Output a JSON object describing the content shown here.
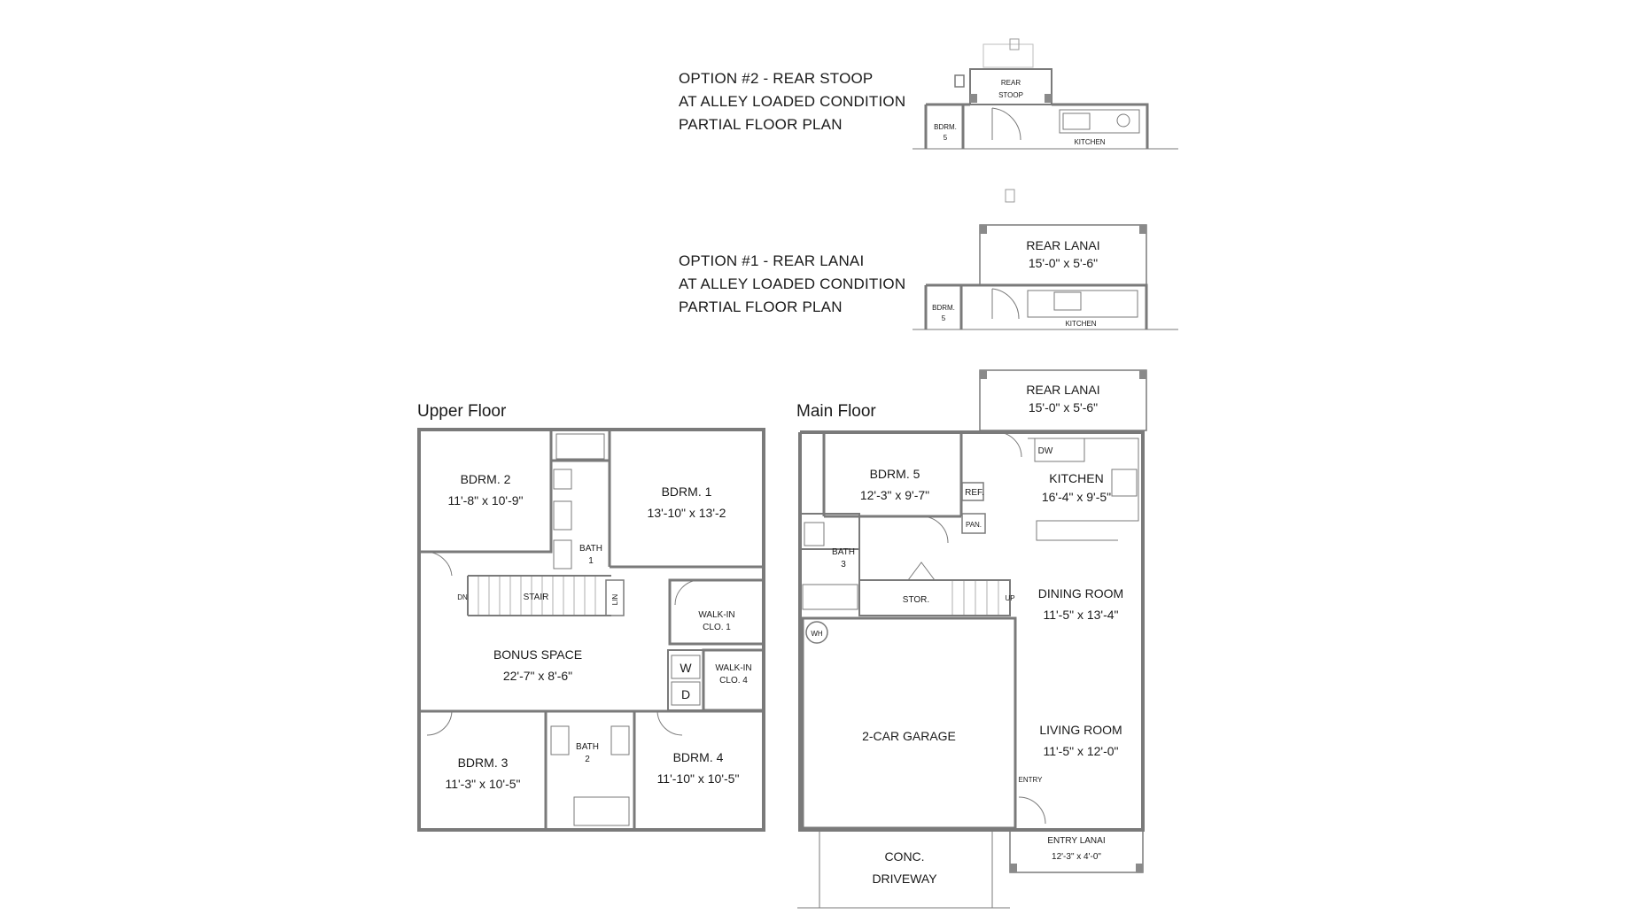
{
  "option2": {
    "lines": [
      "OPTION #2 - REAR STOOP",
      "AT ALLEY LOADED CONDITION",
      "PARTIAL FLOOR PLAN"
    ],
    "rooms": {
      "stoop_l1": "REAR",
      "stoop_l2": "STOOP",
      "bdrm_l1": "BDRM.",
      "bdrm_l2": "5",
      "kitchen": "KITCHEN"
    }
  },
  "option1": {
    "lines": [
      "OPTION #1 - REAR LANAI",
      "AT ALLEY LOADED CONDITION",
      "PARTIAL FLOOR PLAN"
    ],
    "rooms": {
      "lanai": "REAR LANAI",
      "lanai_dim": "15'-0\" x 5'-6\"",
      "bdrm_l1": "BDRM.",
      "bdrm_l2": "5",
      "kitchen": "KITCHEN"
    }
  },
  "upper": {
    "title": "Upper Floor",
    "rooms": {
      "bdrm2": "BDRM. 2",
      "bdrm2_dim": "11'-8\" x 10'-9\"",
      "bdrm1": "BDRM. 1",
      "bdrm1_dim": "13'-10\" x 13'-2",
      "bath1_l1": "BATH",
      "bath1_l2": "1",
      "stair": "STAIR",
      "dn": "DN",
      "lin": "LIN",
      "walkin1_l1": "WALK-IN",
      "walkin1_l2": "CLO. 1",
      "walkin4_l1": "WALK-IN",
      "walkin4_l2": "CLO. 4",
      "w": "W",
      "d": "D",
      "bonus": "BONUS SPACE",
      "bonus_dim": "22'-7\" x 8'-6\"",
      "bdrm3": "BDRM. 3",
      "bdrm3_dim": "11'-3\" x 10'-5\"",
      "bath2_l1": "BATH",
      "bath2_l2": "2",
      "bdrm4": "BDRM. 4",
      "bdrm4_dim": "11'-10\" x 10'-5\""
    }
  },
  "main": {
    "title": "Main Floor",
    "rooms": {
      "lanai": "REAR LANAI",
      "lanai_dim": "15'-0\" x 5'-6\"",
      "bdrm5": "BDRM. 5",
      "bdrm5_dim": "12'-3\" x 9'-7\"",
      "dw": "DW",
      "ref": "REF.",
      "pan": "PAN.",
      "kitchen": "KITCHEN",
      "kitchen_dim": "16'-4\" x 9'-5\"",
      "bath3_l1": "BATH",
      "bath3_l2": "3",
      "stor": "STOR.",
      "up": "UP",
      "wh": "WH",
      "dining": "DINING ROOM",
      "dining_dim": "11'-5\" x 13'-4\"",
      "garage": "2-CAR GARAGE",
      "living": "LIVING ROOM",
      "living_dim": "11'-5\" x 12'-0\"",
      "entry": "ENTRY",
      "entry_lanai": "ENTRY LANAI",
      "entry_lanai_dim": "12'-3\" x 4'-0\"",
      "drive_l1": "CONC.",
      "drive_l2": "DRIVEWAY"
    }
  }
}
